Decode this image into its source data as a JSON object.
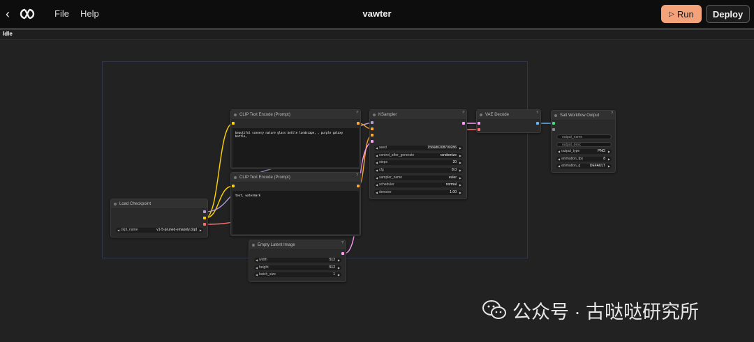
{
  "header": {
    "menu_file": "File",
    "menu_help": "Help",
    "workflow_title": "vawter",
    "run_label": "Run",
    "deploy_label": "Deploy"
  },
  "status": "Idle",
  "nodes": {
    "clip1": {
      "title": "CLIP Text Encode (Prompt)",
      "text": "beautiful scenery nature glass bottle landscape, , purple galaxy bottle,"
    },
    "clip2": {
      "title": "CLIP Text Encode (Prompt)",
      "text": "text, watermark"
    },
    "ksampler": {
      "title": "KSampler",
      "widgets": [
        {
          "label": "seed",
          "value": "156680208700286"
        },
        {
          "label": "control_after_generate",
          "value": "randomize"
        },
        {
          "label": "steps",
          "value": "20"
        },
        {
          "label": "cfg",
          "value": "8.0"
        },
        {
          "label": "sampler_name",
          "value": "euler"
        },
        {
          "label": "scheduler",
          "value": "normal"
        },
        {
          "label": "denoise",
          "value": "1.00"
        }
      ]
    },
    "vae": {
      "title": "VAE Decode"
    },
    "output": {
      "title": "Salt Workflow Output",
      "text_widgets": [
        "output_name",
        "output_desc"
      ],
      "widgets": [
        {
          "label": "output_type",
          "value": "PNG"
        },
        {
          "label": "animation_fps",
          "value": "8"
        },
        {
          "label": "animation_q",
          "value": "DEFAULT"
        }
      ]
    },
    "checkpoint": {
      "title": "Load Checkpoint",
      "widget": {
        "label": "ckpt_name",
        "value": "v1-5-pruned-emaonly.ckpt"
      }
    },
    "latent": {
      "title": "Empty Latent Image",
      "widgets": [
        {
          "label": "width",
          "value": "512"
        },
        {
          "label": "height",
          "value": "512"
        },
        {
          "label": "batch_size",
          "value": "1"
        }
      ]
    }
  },
  "watermark": {
    "text": "公众号 · 古哒哒研究所"
  },
  "colors": {
    "run": "#f4a27a",
    "link_model": "#b39ddb",
    "link_clip": "#ffd500",
    "link_vae": "#ff6e6e",
    "link_latent": "#ff9cf9",
    "link_cond": "#ffa931",
    "link_image": "#64b5f6"
  }
}
